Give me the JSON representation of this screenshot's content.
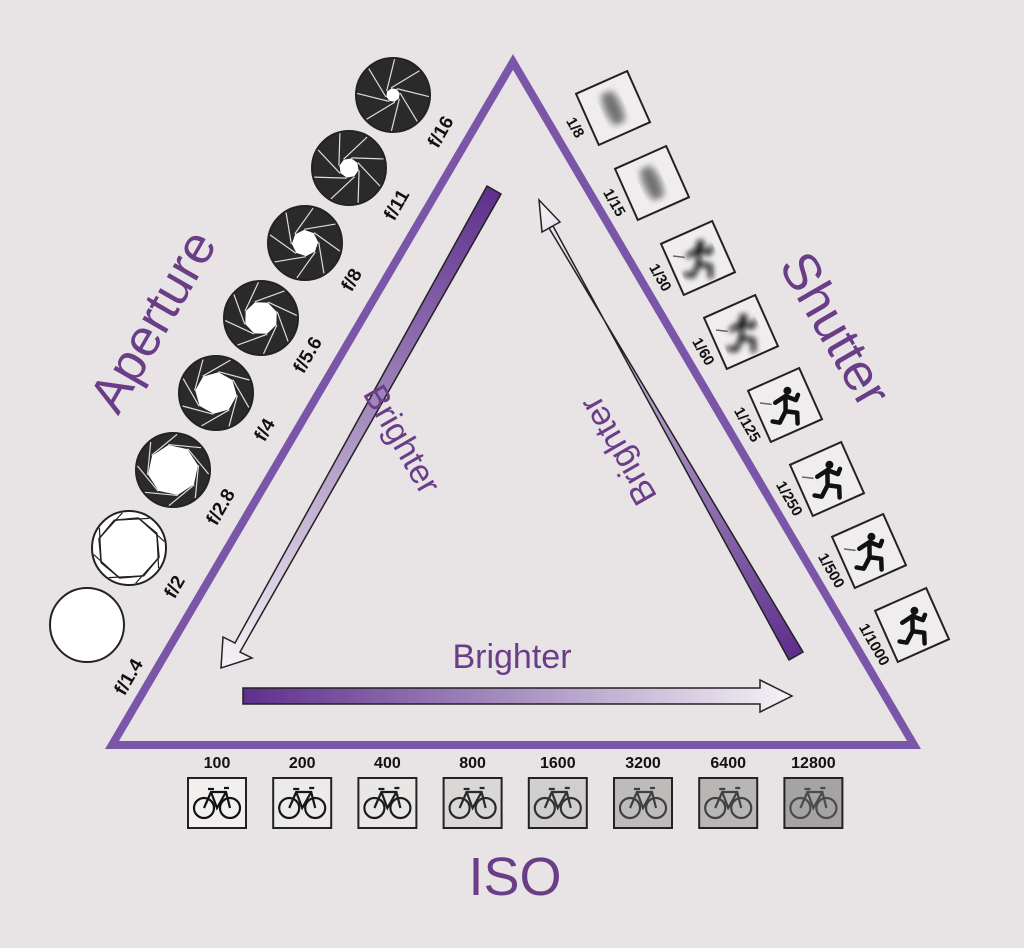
{
  "titles": {
    "aperture": "Aperture",
    "shutter": "Shutter",
    "iso": "ISO"
  },
  "brighter": {
    "left": "Brighter",
    "right": "Brighter",
    "bottom": "Brighter"
  },
  "aperture_stops": [
    {
      "label": "f/1.4",
      "opening": 1.0
    },
    {
      "label": "f/2",
      "opening": 0.85
    },
    {
      "label": "f/2.8",
      "opening": 0.7
    },
    {
      "label": "f/4",
      "opening": 0.58
    },
    {
      "label": "f/5.6",
      "opening": 0.47
    },
    {
      "label": "f/8",
      "opening": 0.37
    },
    {
      "label": "f/11",
      "opening": 0.28
    },
    {
      "label": "f/16",
      "opening": 0.2
    }
  ],
  "shutter_speeds": [
    {
      "label": "1/8",
      "blur": 1.0
    },
    {
      "label": "1/15",
      "blur": 0.8
    },
    {
      "label": "1/30",
      "blur": 0.55
    },
    {
      "label": "1/60",
      "blur": 0.4
    },
    {
      "label": "1/125",
      "blur": 0.25
    },
    {
      "label": "1/250",
      "blur": 0.15
    },
    {
      "label": "1/500",
      "blur": 0.08
    },
    {
      "label": "1/1000",
      "blur": 0
    }
  ],
  "iso_values": [
    {
      "label": "100",
      "noise": 0
    },
    {
      "label": "200",
      "noise": 0.05
    },
    {
      "label": "400",
      "noise": 0.1
    },
    {
      "label": "800",
      "noise": 0.25
    },
    {
      "label": "1600",
      "noise": 0.35
    },
    {
      "label": "3200",
      "noise": 0.55
    },
    {
      "label": "6400",
      "noise": 0.6
    },
    {
      "label": "12800",
      "noise": 0.8
    }
  ],
  "colors": {
    "purple": "#7a56a8",
    "title": "#6a3d87",
    "background": "#e8e3e5"
  }
}
